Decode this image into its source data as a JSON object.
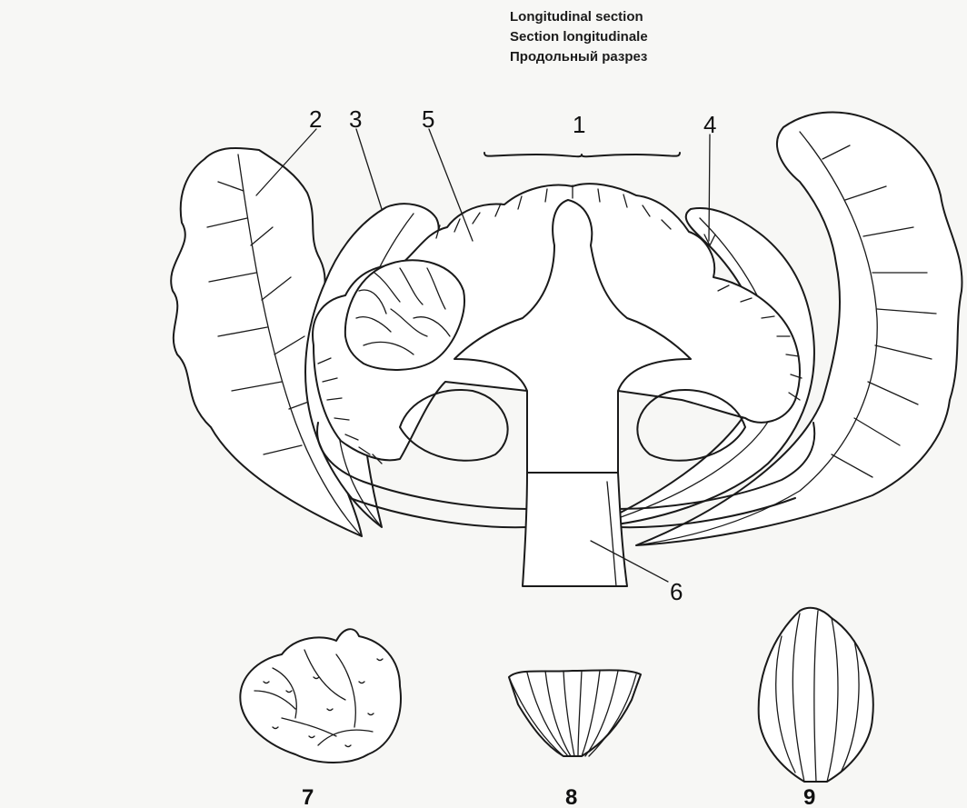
{
  "header": {
    "lines": [
      "Longitudinal section",
      "Section longitudinale",
      "Продольный разрез"
    ]
  },
  "callouts": {
    "c1": "1",
    "c2": "2",
    "c3": "3",
    "c4": "4",
    "c5": "5",
    "c6": "6"
  },
  "figures": {
    "f7": "7",
    "f8": "8",
    "f9": "9"
  }
}
